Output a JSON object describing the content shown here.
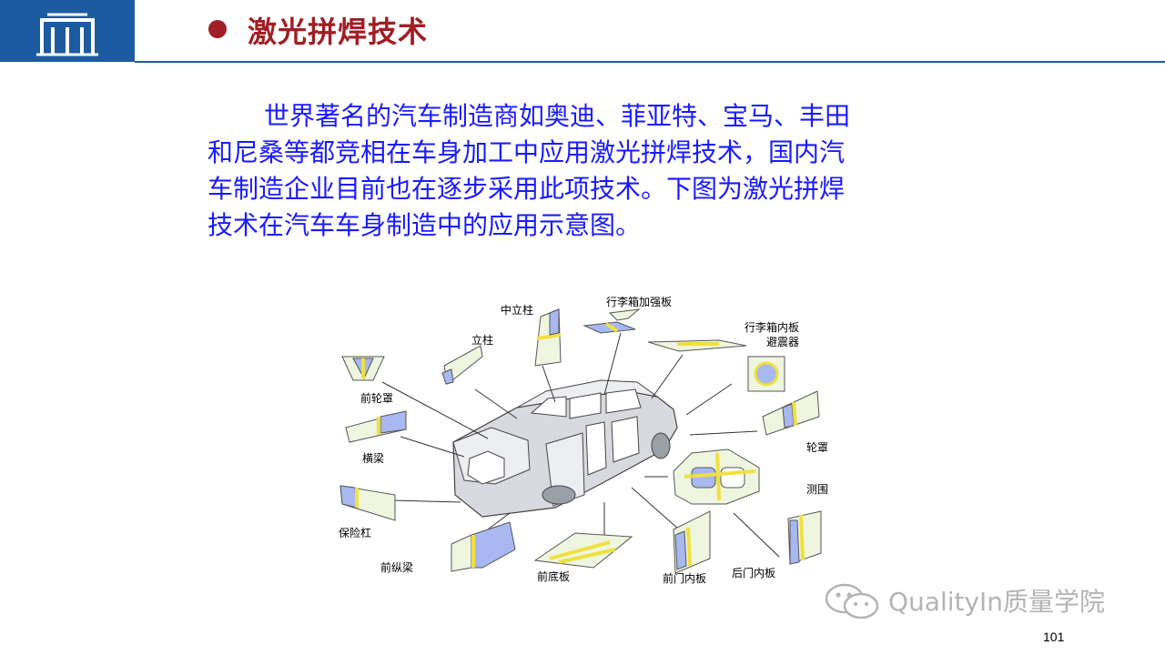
{
  "header": {
    "title": "激光拼焊技术",
    "logo_icon": "university-gate-logo-icon",
    "accent_color": "#1e5aa0",
    "title_color": "#a01e24"
  },
  "paragraph": {
    "lines": [
      "世界著名的汽车制造商如奥迪、菲亚特、宝马、丰田",
      "和尼桑等都竞相在车身加工中应用激光拼焊技术，国内汽",
      "车制造企业目前也在逐步采用此项技术。下图为激光拼焊",
      "技术在汽车车身制造中的应用示意图。"
    ],
    "color": "#1a1aff"
  },
  "diagram": {
    "labels": {
      "pillar_middle": "中立柱",
      "trunk_reinforce": "行李箱加强板",
      "trunk_inner": "行李箱内板",
      "shock_absorber": "避震器",
      "pillar": "立柱",
      "front_wheelhouse": "前轮罩",
      "crossbeam": "横梁",
      "wheelhouse": "轮罩",
      "side_panel": "测围",
      "bumper": "保险杠",
      "front_longitudinal": "前纵梁",
      "front_floor": "前底板",
      "front_door_inner": "前门内板",
      "rear_door_inner": "后门内板"
    },
    "part_color": "#eef6df",
    "weld_color": "#f0e040",
    "blank_color": "#a8b8f0"
  },
  "watermark": {
    "icon": "wechat-icon",
    "text": "QualityIn质量学院"
  },
  "page_number": "101"
}
